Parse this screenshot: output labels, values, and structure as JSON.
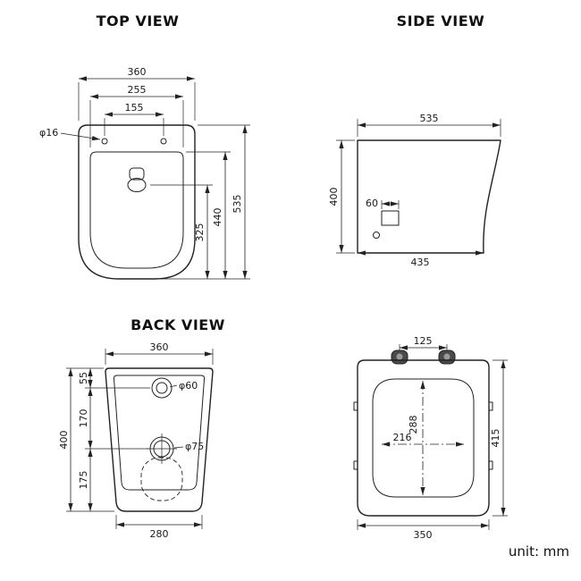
{
  "titles": {
    "top": "TOP VIEW",
    "side": "SIDE VIEW",
    "back": "BACK VIEW"
  },
  "footer": {
    "unit_label": "unit: mm"
  },
  "top_view": {
    "width": "360",
    "seat_width": "255",
    "hole_spacing": "155",
    "hole_dia": "φ16",
    "depth_flush": "325",
    "depth_seat": "440",
    "depth_total": "535"
  },
  "side_view": {
    "depth_top": "535",
    "height": "400",
    "outlet": "60",
    "depth_base": "435"
  },
  "back_view": {
    "width": "360",
    "seg_top": "55",
    "seg_mid": "170",
    "seg_bot": "175",
    "height": "400",
    "inlet_dia": "φ60",
    "drain_dia": "φ75",
    "base_width": "280"
  },
  "seat_view": {
    "hinge_spacing": "125",
    "inner_depth": "288",
    "inner_width": "216",
    "depth": "415",
    "width": "350"
  }
}
